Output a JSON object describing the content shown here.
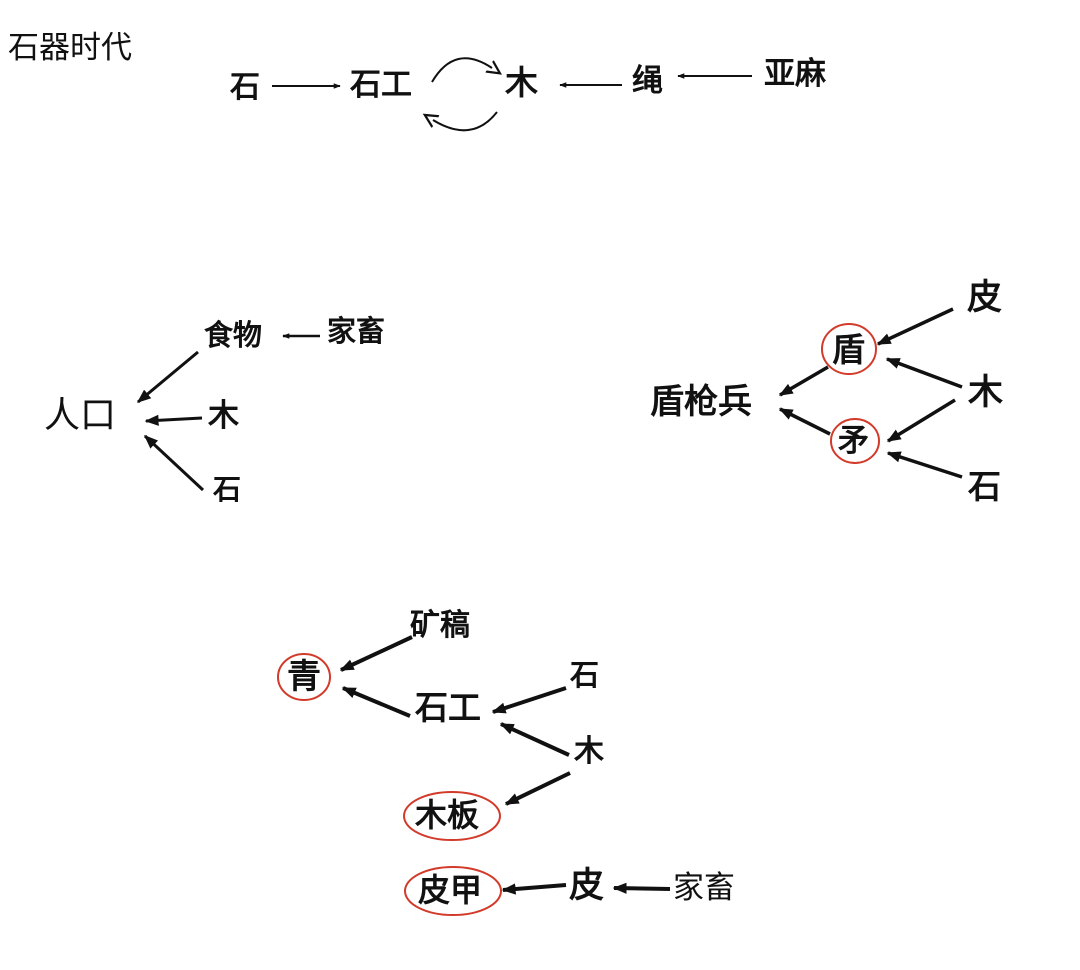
{
  "title": "石器时代",
  "colors": {
    "ink": "#111111",
    "circle": "#d23a2a",
    "background": "#ffffff"
  },
  "nodes": {
    "stone_a": "石",
    "stonework_a": "石工",
    "wood_a": "木",
    "rope": "绳",
    "flax": "亚麻",
    "food": "食物",
    "livestock_a": "家畜",
    "population": "人口",
    "wood_b": "木",
    "stone_b": "石",
    "hide_a": "皮",
    "shield": "盾",
    "shield_spearman": "盾枪兵",
    "wood_c": "木",
    "spear": "矛",
    "stone_c": "石",
    "pickaxe": "矿稿",
    "bronze": "青",
    "stonework_b": "石工",
    "stone_d": "石",
    "wood_d": "木",
    "plank": "木板",
    "leather_armor": "皮甲",
    "hide_b": "皮",
    "livestock_b": "家畜"
  },
  "circled_nodes": [
    "shield",
    "spear",
    "bronze",
    "plank",
    "leather_armor"
  ]
}
